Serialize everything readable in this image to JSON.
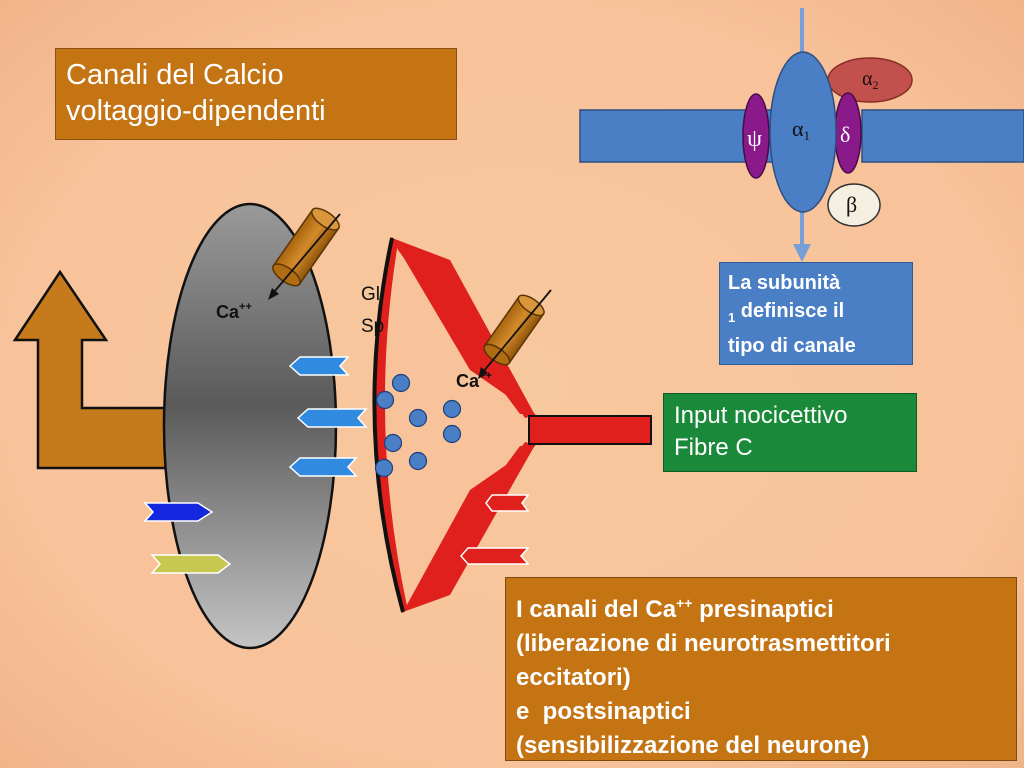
{
  "title": {
    "line1": "Canali del Calcio",
    "line2": "voltaggio-dipendenti"
  },
  "channel_diagram": {
    "alpha1_symbol": "α",
    "alpha1_sub": "1",
    "alpha2_symbol": "α",
    "alpha2_sub": "2",
    "psi": "ψ",
    "delta": "δ",
    "beta": "β"
  },
  "subunit_box": {
    "line1": "La subunità",
    "line2_glyph": "",
    "line2_sub": "1",
    "line2_rest": " definisce il",
    "line3": "tipo di canale"
  },
  "input_box": {
    "line1": "Input nocicettivo",
    "line2": "Fibre C"
  },
  "synapse": {
    "ca_post_base": "Ca",
    "ca_post_sup": "++",
    "ca_pre_base": "Ca",
    "ca_pre_sup": "++",
    "gl": "Gl",
    "sp": "Sp"
  },
  "bottom_box": {
    "line1_pre": "I canali del Ca",
    "line1_sup": "++",
    "line1_post": " presinaptici",
    "line2": "(liberazione di neurotrasmettitori",
    "line3": "eccitatori)",
    "line4": "e  postsinaptici",
    "line5": "(sensibilizzazione del neurone)"
  },
  "colors": {
    "background": "#f8c29a",
    "orange_box": "#c57414",
    "blue_box": "#4a7ec5",
    "green_box": "#1a8a3a",
    "membrane": "#4a7ec5",
    "terminal_red": "#e0201c",
    "neuron_gray": "#7a7a7a"
  }
}
